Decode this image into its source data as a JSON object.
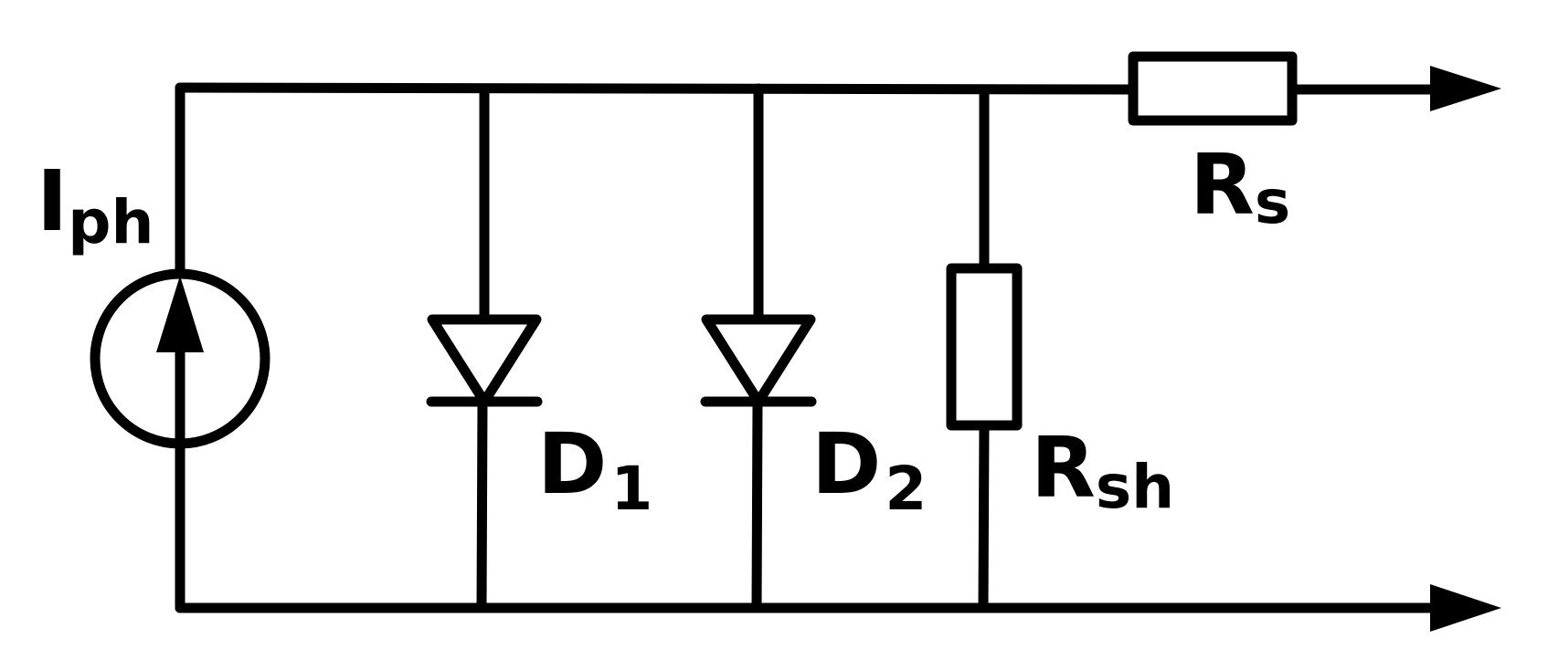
{
  "diagram": {
    "labels": {
      "current_source": {
        "main": "I",
        "sub": "ph"
      },
      "diode_1": {
        "main": "D",
        "sub": "1"
      },
      "diode_2": {
        "main": "D",
        "sub": "2"
      },
      "shunt_resistor": {
        "main": "R",
        "sub": "sh"
      },
      "series_resistor": {
        "main": "R",
        "sub": "s"
      }
    },
    "colors": {
      "stroke": "#000000",
      "background": "#ffffff"
    }
  }
}
